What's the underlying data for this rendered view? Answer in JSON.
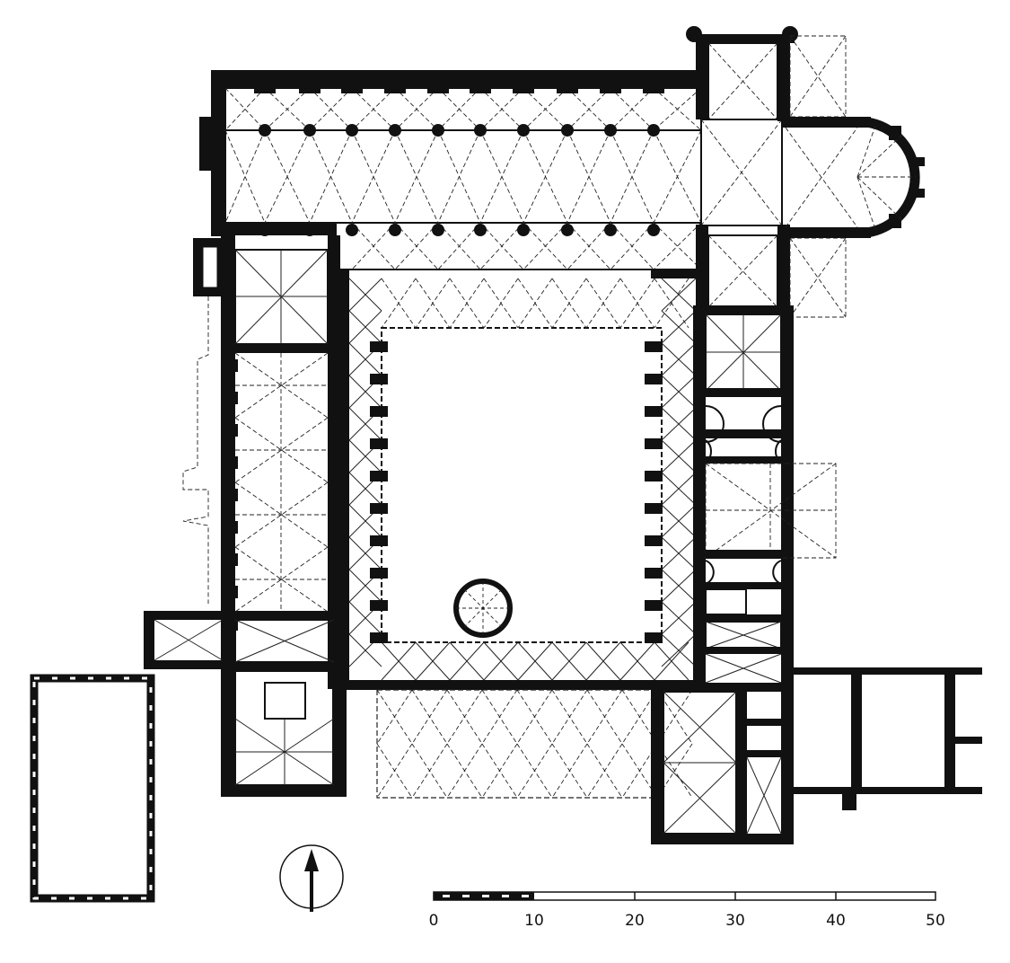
{
  "title": "Monastery floor plan",
  "scale_bar": {
    "unit_max": 50,
    "labels": [
      "0",
      "10",
      "20",
      "30",
      "40",
      "50"
    ]
  },
  "north_arrow": {
    "icon": "north-arrow-icon"
  }
}
